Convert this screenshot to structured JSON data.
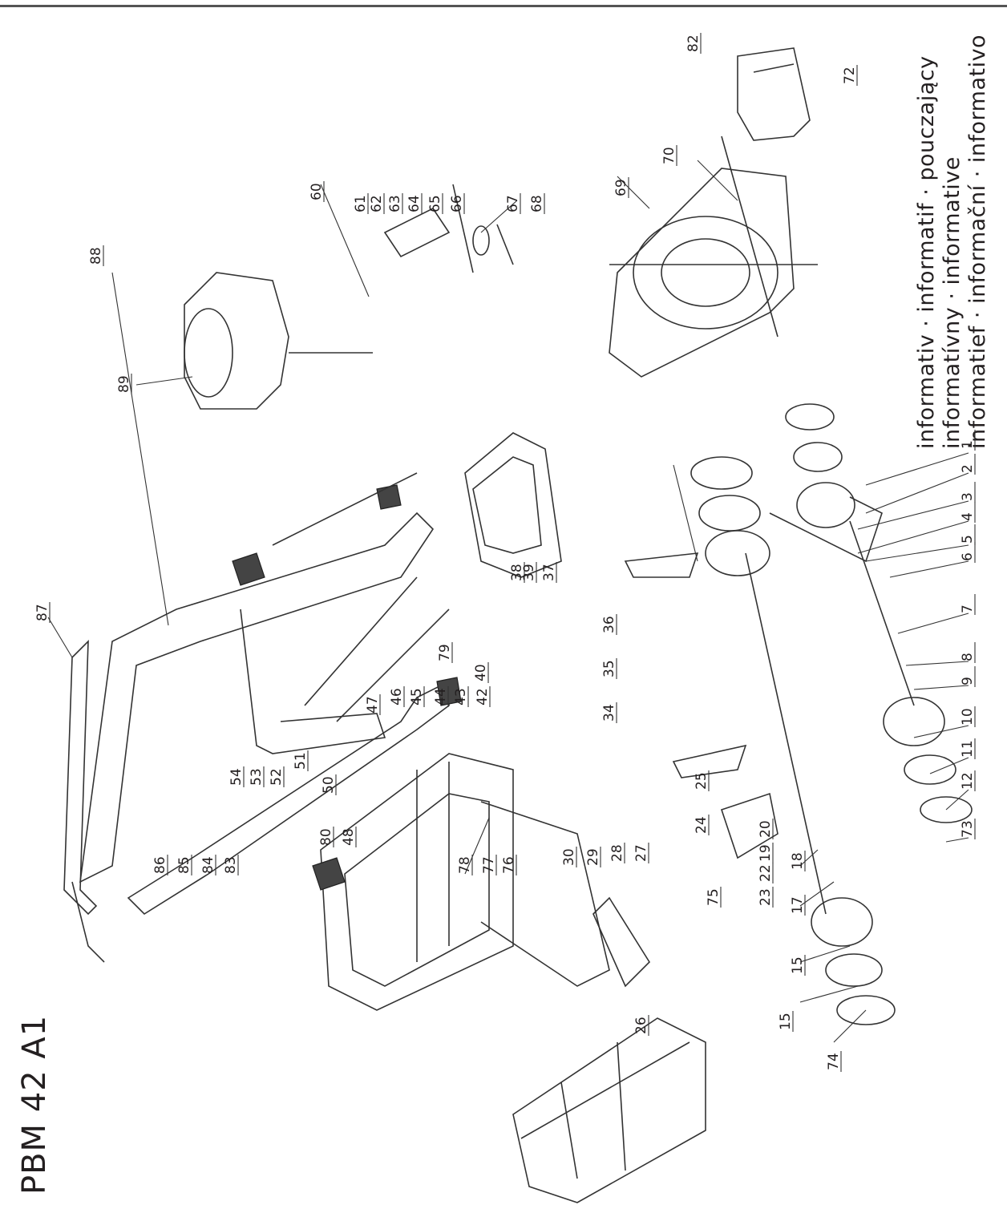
{
  "header": {
    "model": "PBM 42 A1"
  },
  "legend": [
    "informativ · informatif · pouczający",
    "informatívny · informative",
    "informatief · informační · informativo"
  ],
  "part_labels": [
    {
      "id": "p1",
      "text": "1"
    },
    {
      "id": "p2",
      "text": "2"
    },
    {
      "id": "p3",
      "text": "3"
    },
    {
      "id": "p4",
      "text": "4"
    },
    {
      "id": "p5",
      "text": "5"
    },
    {
      "id": "p6",
      "text": "6"
    },
    {
      "id": "p7",
      "text": "7"
    },
    {
      "id": "p8",
      "text": "8"
    },
    {
      "id": "p9",
      "text": "9"
    },
    {
      "id": "p10",
      "text": "10"
    },
    {
      "id": "p11",
      "text": "11"
    },
    {
      "id": "p12",
      "text": "12"
    },
    {
      "id": "p73",
      "text": "73"
    },
    {
      "id": "p74",
      "text": "74"
    },
    {
      "id": "p15a",
      "text": "15"
    },
    {
      "id": "p15b",
      "text": "15"
    },
    {
      "id": "p17",
      "text": "17"
    },
    {
      "id": "p18",
      "text": "18"
    },
    {
      "id": "p19",
      "text": "19"
    },
    {
      "id": "p20",
      "text": "20"
    },
    {
      "id": "p22",
      "text": "22"
    },
    {
      "id": "p23",
      "text": "23"
    },
    {
      "id": "p24",
      "text": "24"
    },
    {
      "id": "p25",
      "text": "25"
    },
    {
      "id": "p26",
      "text": "26"
    },
    {
      "id": "p27",
      "text": "27"
    },
    {
      "id": "p28",
      "text": "28"
    },
    {
      "id": "p29",
      "text": "29"
    },
    {
      "id": "p30",
      "text": "30"
    },
    {
      "id": "p34",
      "text": "34"
    },
    {
      "id": "p35",
      "text": "35"
    },
    {
      "id": "p36",
      "text": "36"
    },
    {
      "id": "p37",
      "text": "37"
    },
    {
      "id": "p38",
      "text": "38"
    },
    {
      "id": "p39",
      "text": "39"
    },
    {
      "id": "p40",
      "text": "40"
    },
    {
      "id": "p42",
      "text": "42"
    },
    {
      "id": "p43",
      "text": "43"
    },
    {
      "id": "p44",
      "text": "44"
    },
    {
      "id": "p45",
      "text": "45"
    },
    {
      "id": "p46",
      "text": "46"
    },
    {
      "id": "p47",
      "text": "47"
    },
    {
      "id": "p48",
      "text": "48"
    },
    {
      "id": "p50",
      "text": "50"
    },
    {
      "id": "p51",
      "text": "51"
    },
    {
      "id": "p52",
      "text": "52"
    },
    {
      "id": "p53",
      "text": "53"
    },
    {
      "id": "p54",
      "text": "54"
    },
    {
      "id": "p60",
      "text": "60"
    },
    {
      "id": "p61",
      "text": "61"
    },
    {
      "id": "p62",
      "text": "62"
    },
    {
      "id": "p63",
      "text": "63"
    },
    {
      "id": "p64",
      "text": "64"
    },
    {
      "id": "p65",
      "text": "65"
    },
    {
      "id": "p66",
      "text": "66"
    },
    {
      "id": "p67",
      "text": "67"
    },
    {
      "id": "p68",
      "text": "68"
    },
    {
      "id": "p69",
      "text": "69"
    },
    {
      "id": "p70",
      "text": "70"
    },
    {
      "id": "p72",
      "text": "72"
    },
    {
      "id": "p75",
      "text": "75"
    },
    {
      "id": "p76",
      "text": "76"
    },
    {
      "id": "p77",
      "text": "77"
    },
    {
      "id": "p78",
      "text": "78"
    },
    {
      "id": "p79",
      "text": "79"
    },
    {
      "id": "p80",
      "text": "80"
    },
    {
      "id": "p82",
      "text": "82"
    },
    {
      "id": "p83",
      "text": "83"
    },
    {
      "id": "p84",
      "text": "84"
    },
    {
      "id": "p85",
      "text": "85"
    },
    {
      "id": "p86",
      "text": "86"
    },
    {
      "id": "p87",
      "text": "87"
    },
    {
      "id": "p88",
      "text": "88"
    },
    {
      "id": "p89",
      "text": "89"
    }
  ]
}
